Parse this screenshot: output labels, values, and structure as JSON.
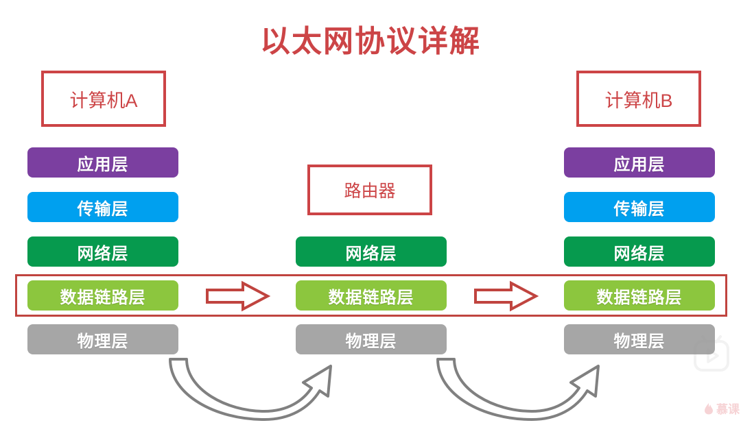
{
  "title": "以太网协议详解",
  "colors": {
    "title_red": "#cc4446",
    "outline_red": "#cc4446",
    "band_red": "#c0443f",
    "application": "#7b3fa0",
    "transport": "#00a0ef",
    "network": "#069a4e",
    "datalink": "#8cc63e",
    "physical": "#a6a6a6",
    "curve_gray": "#808080",
    "watermark_pink": "#e8838a"
  },
  "nodes": {
    "host_a": "计算机A",
    "host_b": "计算机B",
    "router": "路由器"
  },
  "layers": {
    "application": "应用层",
    "transport": "传输层",
    "network": "网络层",
    "datalink": "数据链路层",
    "physical": "物理层"
  },
  "columns": [
    {
      "id": "computer-a",
      "header": "计算机A",
      "stack": [
        "应用层",
        "传输层",
        "网络层",
        "数据链路层",
        "物理层"
      ]
    },
    {
      "id": "router",
      "header": "路由器",
      "stack": [
        "网络层",
        "数据链路层",
        "物理层"
      ]
    },
    {
      "id": "computer-b",
      "header": "计算机B",
      "stack": [
        "应用层",
        "传输层",
        "网络层",
        "数据链路层",
        "物理层"
      ]
    }
  ],
  "arrows": {
    "datalink_flow_1": "right-arrow",
    "datalink_flow_2": "right-arrow",
    "physical_flow_1": "curved-up-arrow",
    "physical_flow_2": "curved-up-arrow"
  },
  "watermark": {
    "play_icon": "play-button-icon",
    "logo_text": "慕课"
  }
}
